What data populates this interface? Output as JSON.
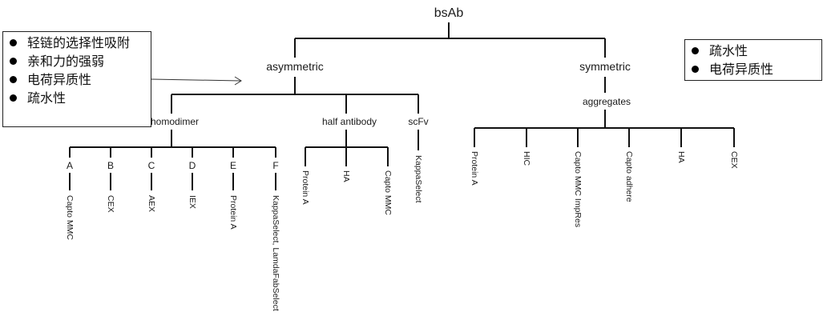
{
  "diagram": {
    "root": "bsAb",
    "asymmetric": {
      "label": "asymmetric",
      "homodimer": {
        "label": "homodimer",
        "letters": [
          "A",
          "B",
          "C",
          "D",
          "E",
          "F"
        ],
        "methods": [
          "Capto MMC",
          "CEX",
          "AEX",
          "IEX",
          "Protein A",
          "KappaSelect, LamdaFabSelect"
        ]
      },
      "half_antibody": {
        "label": "half antibody",
        "methods": [
          "Protein A",
          "HA",
          "Capto MMC"
        ]
      },
      "scfv": {
        "label": "scFv",
        "methods": [
          "KappaSelect"
        ]
      }
    },
    "symmetric": {
      "label": "symmetric",
      "aggregates": {
        "label": "aggregates",
        "methods": [
          "Protein A",
          "HIC",
          "Capto MMC ImpRes",
          "Capto adhere",
          "HA",
          "CEX"
        ]
      }
    }
  },
  "left_box": {
    "items": [
      "轻链的选择性吸附",
      "亲和力的强弱",
      "电荷异质性",
      "疏水性"
    ]
  },
  "right_box": {
    "items": [
      "疏水性",
      "电荷异质性"
    ]
  }
}
